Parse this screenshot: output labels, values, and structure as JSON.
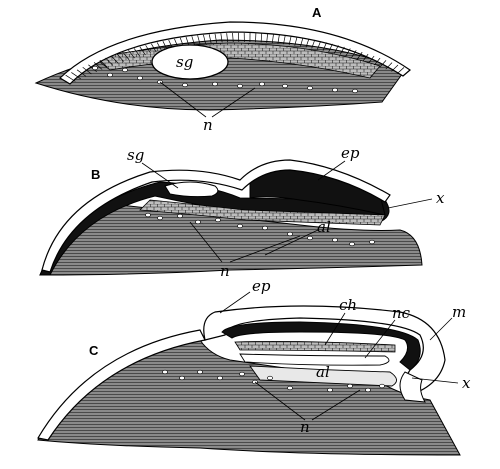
{
  "panels": [
    {
      "letter": "A",
      "labels": {
        "sg": "sg",
        "n": "n"
      }
    },
    {
      "letter": "B",
      "labels": {
        "sg": "sg",
        "ep": "ep",
        "x": "x",
        "al": "al",
        "n": "n"
      }
    },
    {
      "letter": "C",
      "labels": {
        "ep": "ep",
        "ch": "ch",
        "nc": "nc",
        "m": "m",
        "x": "x",
        "al": "al",
        "n": "n"
      }
    }
  ],
  "colors": {
    "ink": "#000000",
    "paper": "#ffffff",
    "tissue": "#7f7f7f"
  }
}
